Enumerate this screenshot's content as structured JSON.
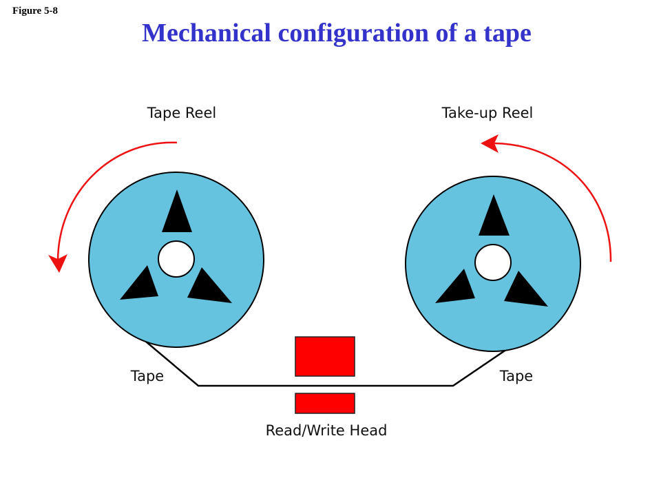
{
  "figure_label": "Figure 5-8",
  "title": "Mechanical configuration of a tape",
  "labels": {
    "tape_reel": "Tape Reel",
    "takeup_reel": "Take-up Reel",
    "tape_left": "Tape",
    "tape_right": "Tape",
    "head": "Read/Write Head"
  },
  "colors": {
    "title": "#3333cc",
    "reel": "#66c3e0",
    "arrow": "#ee1111",
    "head": "#ff0000",
    "spokes": "#000000"
  }
}
